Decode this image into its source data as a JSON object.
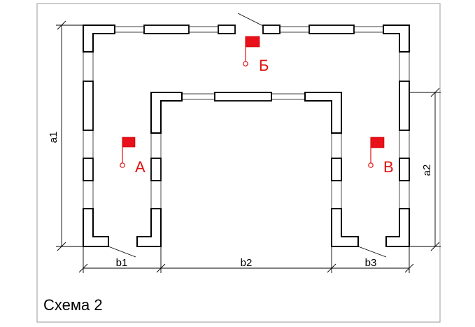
{
  "title": "Схема 2",
  "dimensions": {
    "a1": "a1",
    "a2": "a2",
    "b1": "b1",
    "b2": "b2",
    "b3": "b3"
  },
  "points": {
    "A": "А",
    "B": "Б",
    "C": "В"
  },
  "colors": {
    "marker": "#e8101a",
    "lines": "#000000"
  }
}
